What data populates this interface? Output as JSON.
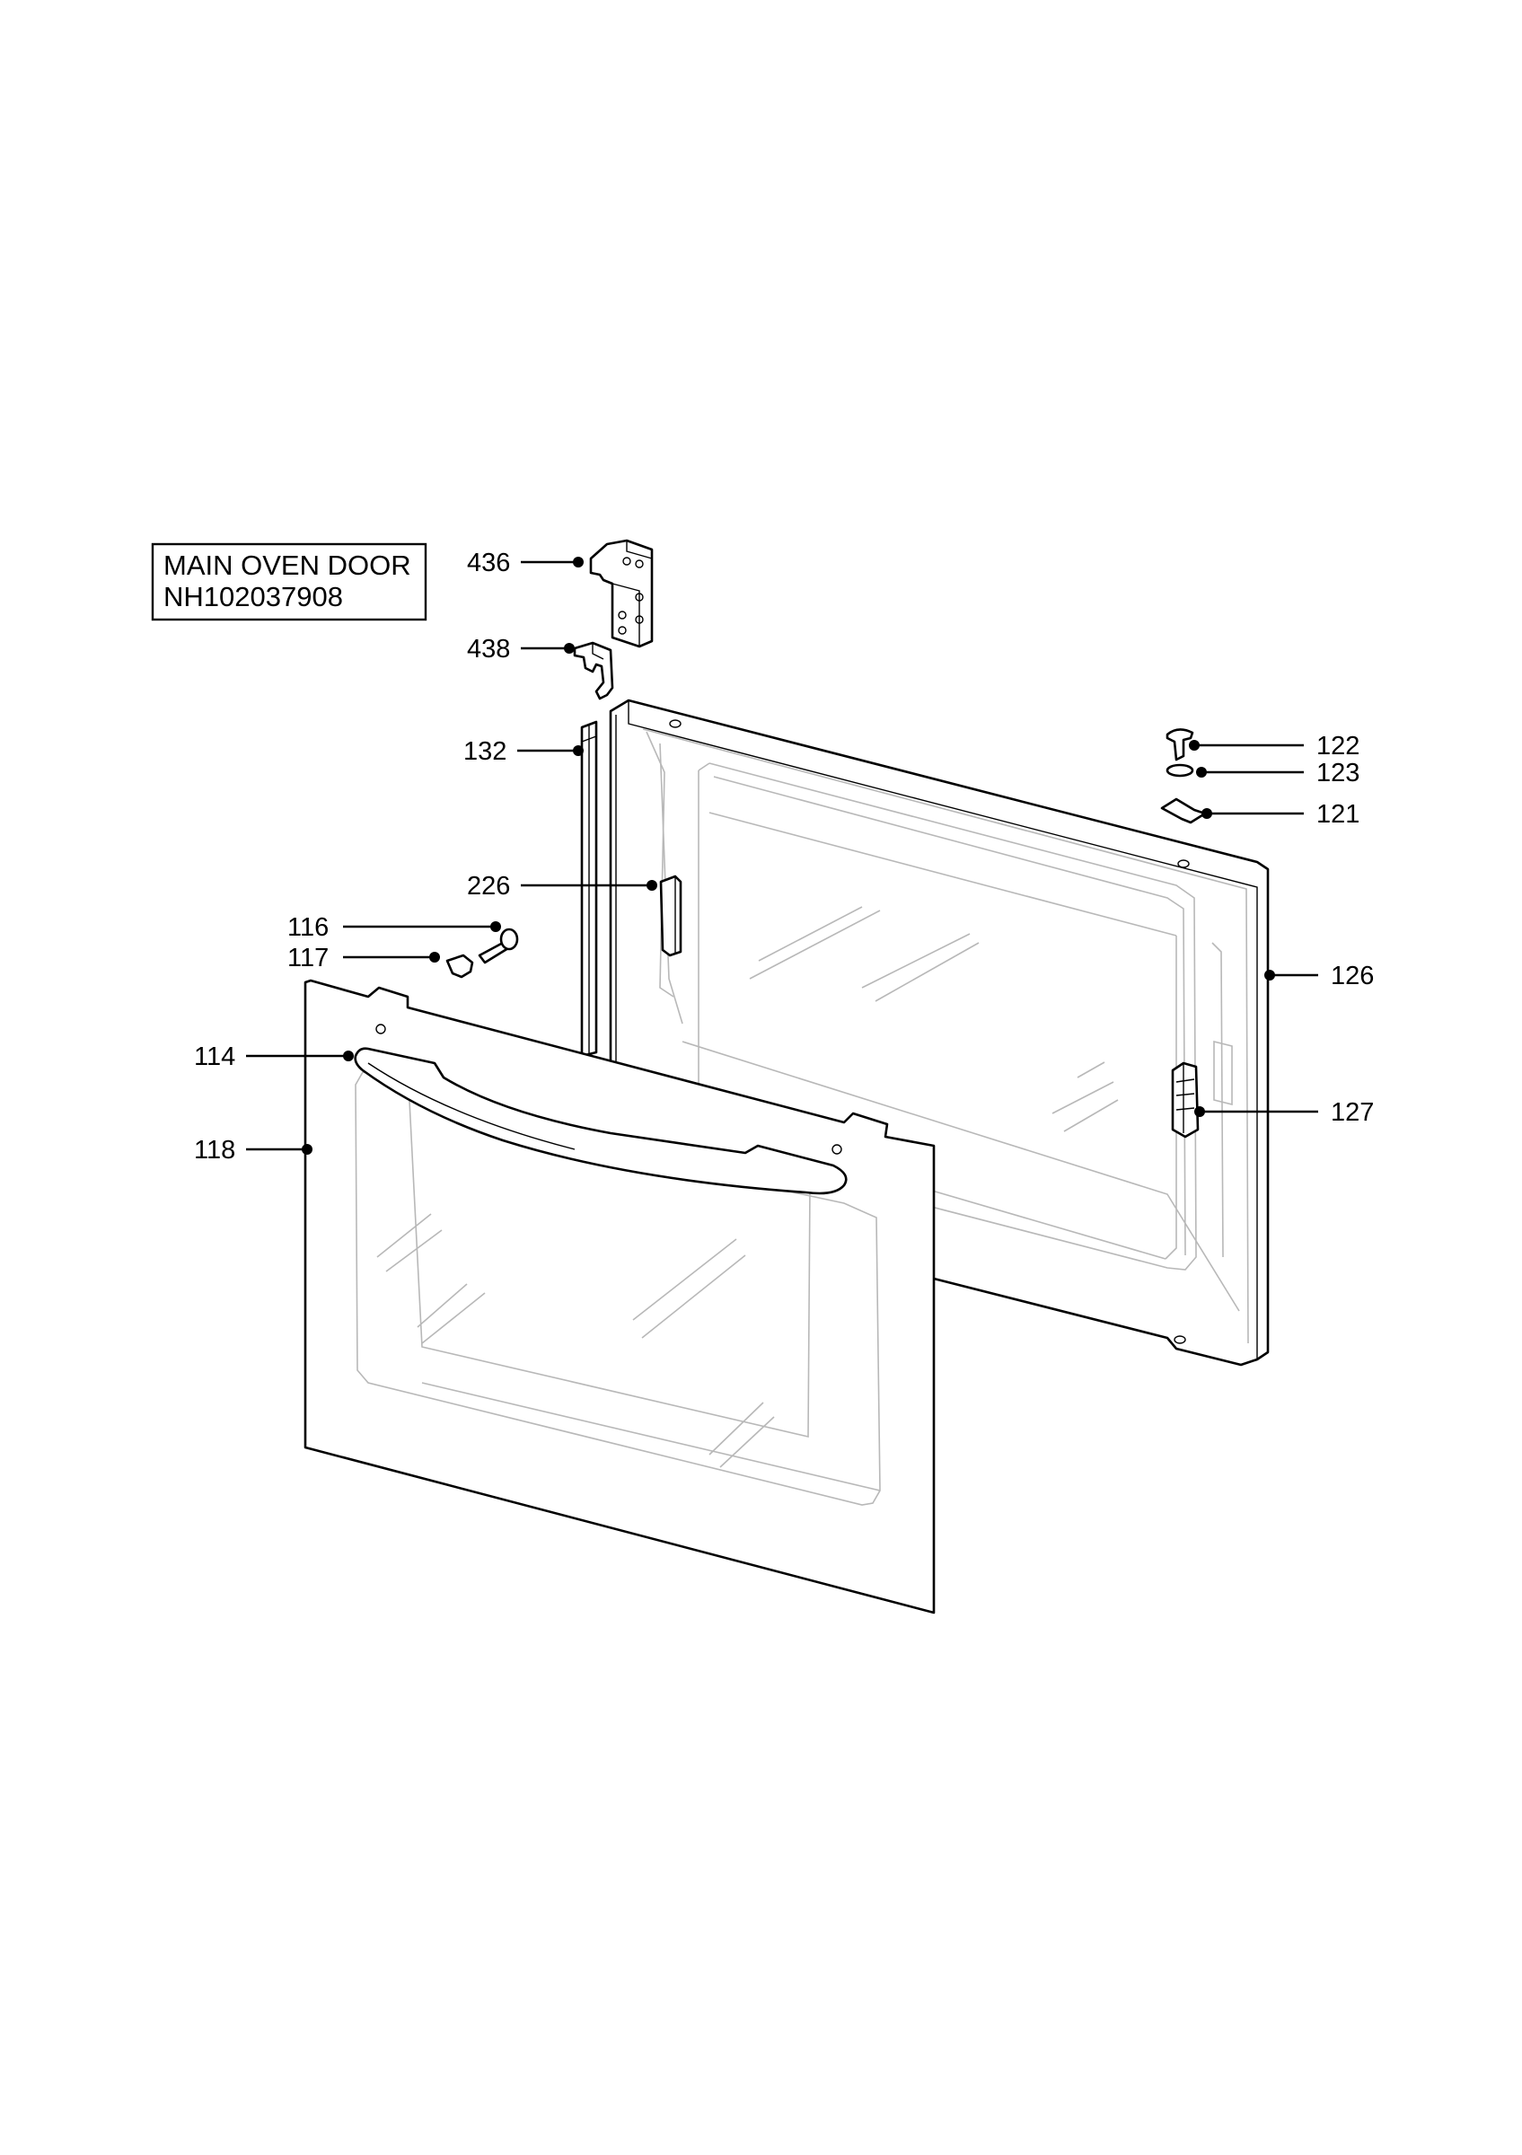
{
  "title_box": {
    "line1": "MAIN OVEN DOOR",
    "line2": "NH102037908"
  },
  "callouts": {
    "p436": "436",
    "p438": "438",
    "p132": "132",
    "p226": "226",
    "p116": "116",
    "p117": "117",
    "p114": "114",
    "p118": "118",
    "p122": "122",
    "p123": "123",
    "p121": "121",
    "p126": "126",
    "p127": "127"
  }
}
